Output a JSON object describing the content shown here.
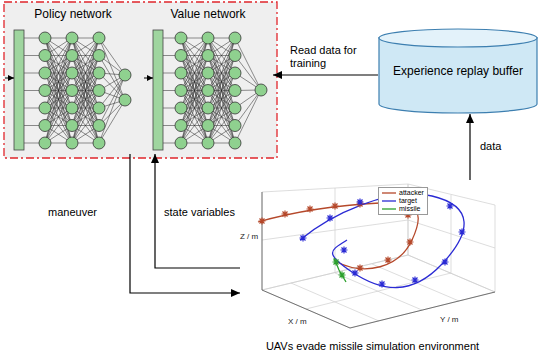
{
  "diagram": {
    "nodes": [
      {
        "text": [
          "Policy network"
        ]
      },
      {
        "text": [
          "Value network"
        ]
      },
      {
        "text": [
          "Experience replay buffer"
        ]
      },
      {
        "text": [
          "UAVs evade missile simulation environment"
        ]
      }
    ],
    "edges": [
      {
        "from": 2,
        "to": 1,
        "label": "Read data for training",
        "arrow": "to"
      },
      {
        "from": 0,
        "to": 3,
        "label": "maneuver",
        "arrow": "to"
      },
      {
        "from": 3,
        "to": 1,
        "label": "state variables",
        "arrow": "to"
      },
      {
        "from": 3,
        "to": 2,
        "label": "data",
        "arrow": "to"
      }
    ],
    "labels": [
      "X / m",
      "Y / m",
      "Z / m"
    ],
    "legend": [
      {
        "text": "attacker"
      },
      {
        "text": "target"
      },
      {
        "text": "missile"
      }
    ]
  }
}
